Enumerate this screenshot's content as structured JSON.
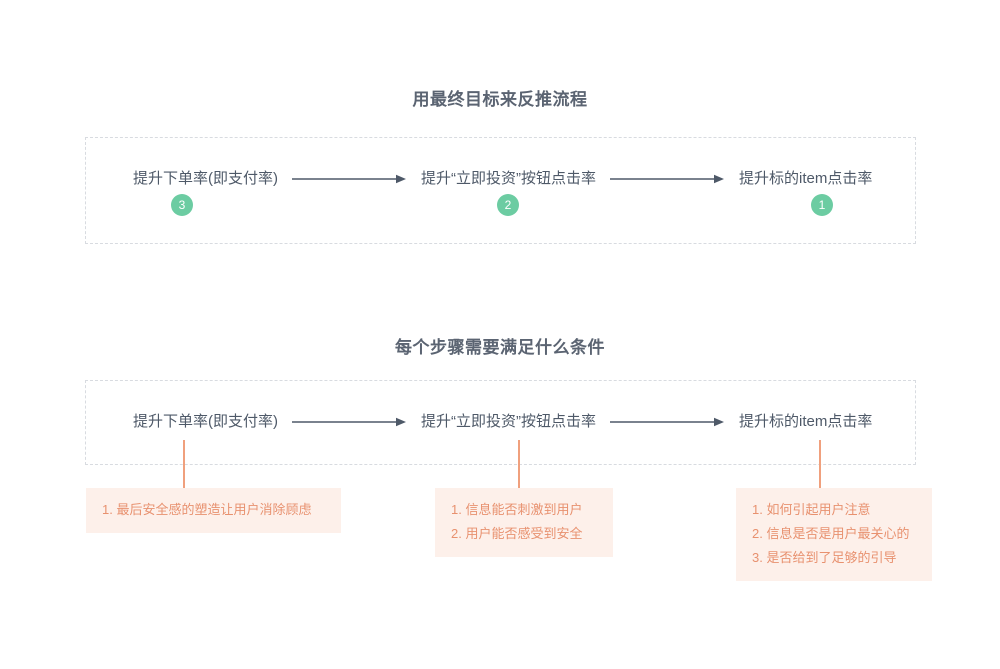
{
  "colors": {
    "badge_green": "#6ccca2",
    "arrow_dark": "#4e5968",
    "connector_orange": "#f0a07d",
    "condition_bg": "#fdf0ea",
    "condition_text": "#e8916f",
    "title_text": "#5b6472",
    "dashed_border": "#d8dbe0"
  },
  "sections": [
    {
      "title": "用最终目标来反推流程",
      "steps": [
        {
          "label": "提升下单率(即支付率)",
          "badge": "3"
        },
        {
          "label": "提升“立即投资”按钮点击率",
          "badge": "2"
        },
        {
          "label": "提升标的item点击率",
          "badge": "1"
        }
      ]
    },
    {
      "title": "每个步骤需要满足什么条件",
      "steps": [
        {
          "label": "提升下单率(即支付率)"
        },
        {
          "label": "提升“立即投资”按钮点击率"
        },
        {
          "label": "提升标的item点击率"
        }
      ],
      "conditions": [
        {
          "items": [
            "1. 最后安全感的塑造让用户消除顾虑"
          ]
        },
        {
          "items": [
            "1. 信息能否刺激到用户",
            "2. 用户能否感受到安全"
          ]
        },
        {
          "items": [
            "1. 如何引起用户注意",
            "2. 信息是否是用户最关心的",
            "3. 是否给到了足够的引导"
          ]
        }
      ]
    }
  ]
}
